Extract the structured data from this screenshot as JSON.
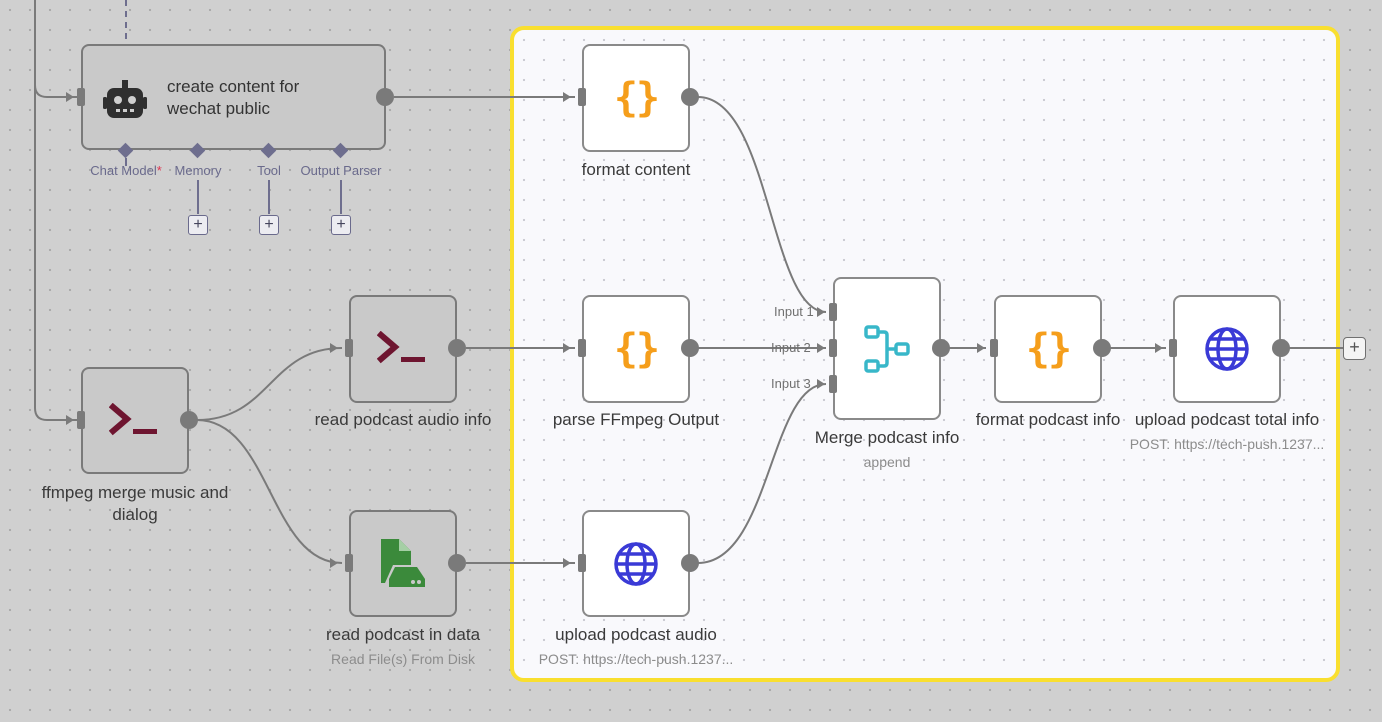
{
  "nodes": {
    "create_content": {
      "title_line1": "create content for",
      "title_line2": "wechat public",
      "icon": "robot-icon"
    },
    "format_content": {
      "title": "format content",
      "icon": "braces-icon"
    },
    "read_audio_info": {
      "title": "read podcast audio info",
      "icon": "terminal-icon"
    },
    "parse_ffmpeg": {
      "title": "parse FFmpeg Output",
      "icon": "braces-icon"
    },
    "ffmpeg_merge": {
      "title_line1": "ffmpeg merge music and",
      "title_line2": "dialog",
      "icon": "terminal-icon"
    },
    "read_in_data": {
      "title": "read podcast in data",
      "subtitle": "Read File(s) From Disk",
      "icon": "file-disk-icon"
    },
    "upload_audio": {
      "title": "upload podcast audio",
      "subtitle": "POST: https://tech-push.1237...",
      "icon": "globe-icon"
    },
    "merge_info": {
      "title": "Merge podcast info",
      "subtitle": "append",
      "icon": "merge-icon",
      "inputs": [
        "Input 1",
        "Input 2",
        "Input 3"
      ]
    },
    "format_info": {
      "title": "format podcast info",
      "icon": "braces-icon"
    },
    "upload_total": {
      "title": "upload podcast total info",
      "subtitle": "POST: https://tech-push.1237...",
      "icon": "globe-icon"
    }
  },
  "agent_subnodes": [
    {
      "label": "Chat Model",
      "required": "*"
    },
    {
      "label": "Memory"
    },
    {
      "label": "Tool"
    },
    {
      "label": "Output Parser"
    }
  ],
  "symbols": {
    "plus": "+",
    "braces": "{}"
  },
  "colors": {
    "selection": "#f9df2f",
    "braces": "#f59e1b",
    "terminal": "#6e1530",
    "globe": "#3a3ad6",
    "merge": "#38b7c9",
    "file": "#3b8a3b"
  }
}
